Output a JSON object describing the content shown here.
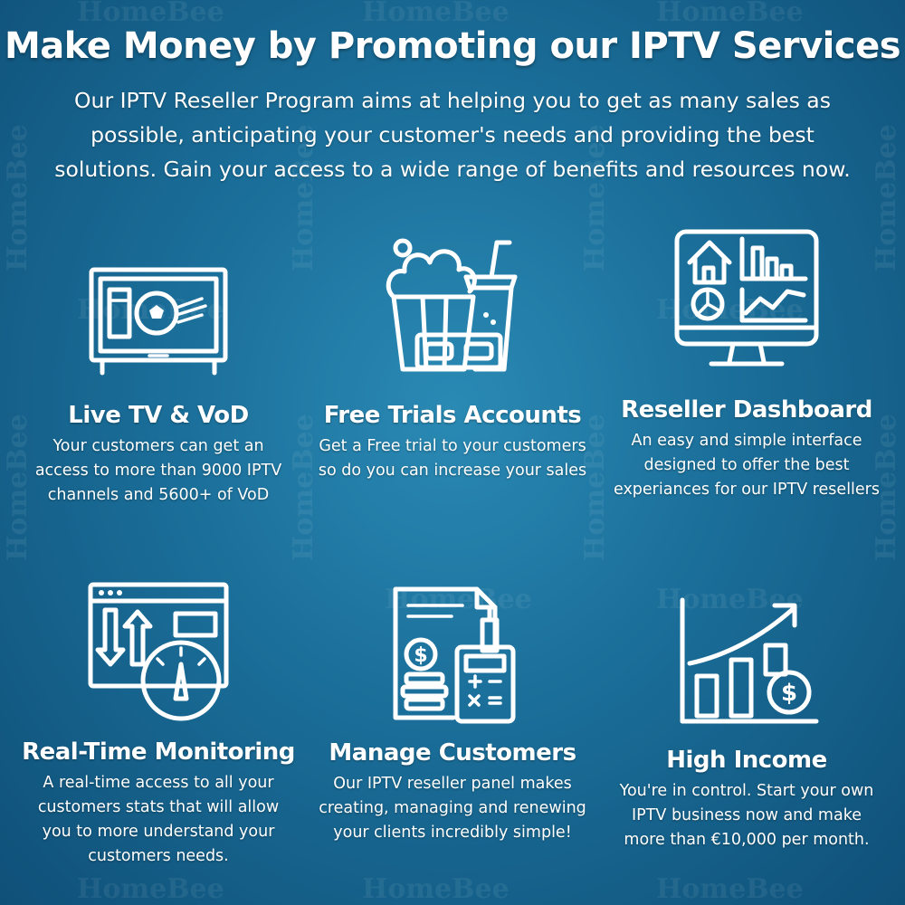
{
  "watermark": "HomeBee",
  "header": {
    "title": "Make Money by Promoting our IPTV Services",
    "intro_line1": "Our IPTV Reseller Program aims at helping you to get as many sales as",
    "intro_line2": "possible, anticipating your customer's needs and providing the best",
    "intro_line3": "solutions. Gain your access to a wide range of benefits and resources now."
  },
  "features": [
    {
      "icon": "tv-icon",
      "title": "Live TV & VoD",
      "line1": "Your customers can get an",
      "line2": "access to more than 9000 IPTV",
      "line3": "channels and 5600+ of VoD"
    },
    {
      "icon": "popcorn-icon",
      "title": "Free Trials Accounts",
      "line1": "Get a Free trial to your customers",
      "line2": "so do you can increase your sales"
    },
    {
      "icon": "dashboard-monitor-icon",
      "title": "Reseller Dashboard",
      "line1": "An easy and simple interface",
      "line2": "designed to offer the best",
      "line3": "experiances for our IPTV resellers"
    },
    {
      "icon": "monitoring-gauge-icon",
      "title": "Real-Time Monitoring",
      "line1": "A real-time access to all your",
      "line2": "customers stats that will allow",
      "line3": "you to more understand your",
      "line4": "customers needs."
    },
    {
      "icon": "invoice-calculator-icon",
      "title": "Manage Customers",
      "line1": "Our IPTV reseller panel makes",
      "line2": "creating, managing and renewing",
      "line3": "your clients incredibly simple!"
    },
    {
      "icon": "income-chart-icon",
      "title": "High Income",
      "line1": "You're in control. Start your own",
      "line2": "IPTV business now and make",
      "line3": "more than €10,000 per month."
    }
  ]
}
